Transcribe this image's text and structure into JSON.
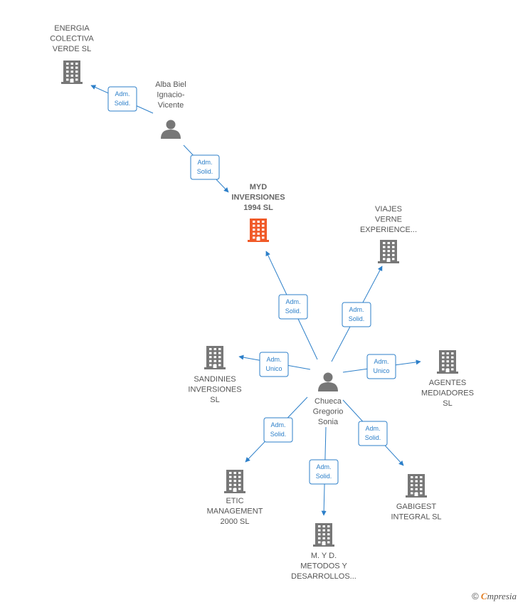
{
  "colors": {
    "edge": "#2c7fc9",
    "company": "#777777",
    "main_company": "#f05a28",
    "person": "#777777"
  },
  "nodes": [
    {
      "id": "myd",
      "type": "company",
      "main": true,
      "label": [
        "MYD",
        "INVERSIONES",
        "1994  SL"
      ]
    },
    {
      "id": "energia",
      "type": "company",
      "label": [
        "ENERGIA",
        "COLECTIVA",
        "VERDE  SL"
      ]
    },
    {
      "id": "alba",
      "type": "person",
      "label": [
        "Alba Biel",
        "Ignacio-",
        "Vicente"
      ]
    },
    {
      "id": "viajes",
      "type": "company",
      "label": [
        "VIAJES",
        "VERNE",
        "EXPERIENCE..."
      ]
    },
    {
      "id": "sandinies",
      "type": "company",
      "label": [
        "SANDINIES",
        "INVERSIONES",
        "SL"
      ]
    },
    {
      "id": "chueca",
      "type": "person",
      "label": [
        "Chueca",
        "Gregorio",
        "Sonia"
      ]
    },
    {
      "id": "agentes",
      "type": "company",
      "label": [
        "AGENTES",
        "MEDIADORES",
        "SL"
      ]
    },
    {
      "id": "etic",
      "type": "company",
      "label": [
        "ETIC",
        "MANAGEMENT",
        "2000  SL"
      ]
    },
    {
      "id": "gabigest",
      "type": "company",
      "label": [
        "GABIGEST",
        "INTEGRAL  SL"
      ]
    },
    {
      "id": "myd2",
      "type": "company",
      "label": [
        "M.  Y D.",
        "METODOS Y",
        "DESARROLLOS..."
      ]
    }
  ],
  "edges": [
    {
      "from": "alba",
      "to": "energia",
      "label": [
        "Adm.",
        "Solid."
      ]
    },
    {
      "from": "alba",
      "to": "myd",
      "label": [
        "Adm.",
        "Solid."
      ]
    },
    {
      "from": "chueca",
      "to": "myd",
      "label": [
        "Adm.",
        "Solid."
      ]
    },
    {
      "from": "chueca",
      "to": "viajes",
      "label": [
        "Adm.",
        "Solid."
      ]
    },
    {
      "from": "chueca",
      "to": "sandinies",
      "label": [
        "Adm.",
        "Unico"
      ]
    },
    {
      "from": "chueca",
      "to": "agentes",
      "label": [
        "Adm.",
        "Unico"
      ]
    },
    {
      "from": "chueca",
      "to": "etic",
      "label": [
        "Adm.",
        "Solid."
      ]
    },
    {
      "from": "chueca",
      "to": "myd2",
      "label": [
        "Adm.",
        "Solid."
      ]
    },
    {
      "from": "chueca",
      "to": "gabigest",
      "label": [
        "Adm.",
        "Solid."
      ]
    }
  ],
  "footer": {
    "copyright": "©",
    "brand_first": "C",
    "brand_rest": "mpresia"
  }
}
